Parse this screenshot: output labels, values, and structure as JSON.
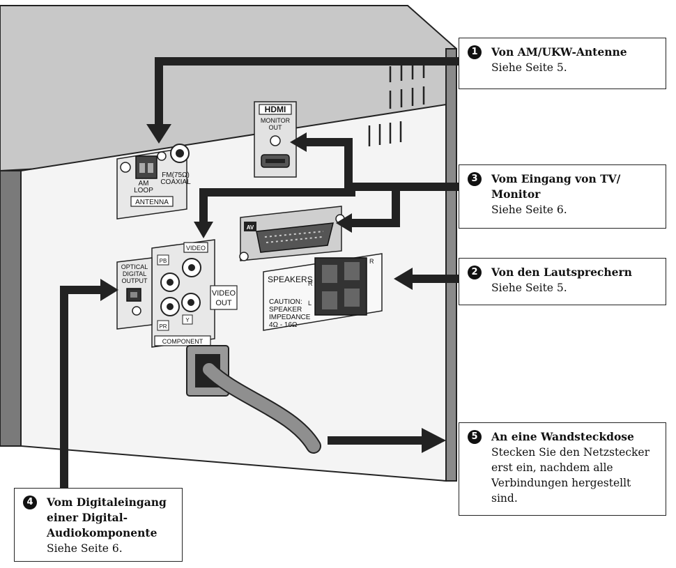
{
  "panel": {
    "hdmi": "HDMI",
    "monitor_out_1": "MONITOR",
    "monitor_out_2": "OUT",
    "am_loop_1": "AM",
    "am_loop_2": "LOOP",
    "fm_1": "FM(75Ω)",
    "fm_2": "COAXIAL",
    "antenna": "ANTENNA",
    "av": "AV",
    "video": "VIDEO",
    "optical_1": "OPTICAL",
    "optical_2": "DIGITAL",
    "optical_3": "OUTPUT",
    "pb": "PB",
    "pr": "PR",
    "y": "Y",
    "video_out_1": "VIDEO",
    "video_out_2": "OUT",
    "component": "COMPONENT",
    "speakers": "SPEAKERS",
    "spk_r_top": "R",
    "spk_r": "R",
    "spk_l": "L",
    "caution_1": "CAUTION:",
    "caution_2": "SPEAKER",
    "caution_3": "IMPEDANCE",
    "caution_4": "4Ω - 16Ω"
  },
  "callouts": [
    {
      "number": "1",
      "title": "Von AM/UKW-Antenne",
      "text": "Siehe Seite 5."
    },
    {
      "number": "3",
      "title": "Vom Eingang von TV/ Monitor",
      "text": "Siehe Seite 6."
    },
    {
      "number": "2",
      "title": "Von den Lautsprechern",
      "text": "Siehe Seite 5."
    },
    {
      "number": "5",
      "title": "An eine Wandsteckdose",
      "text": "Stecken Sie den Netzstecker erst ein, nachdem alle Verbindungen hergestellt sind."
    },
    {
      "number": "4",
      "title": "Vom Digitaleingang einer Digital-Audiokomponente",
      "text": "Siehe Seite 6."
    }
  ]
}
